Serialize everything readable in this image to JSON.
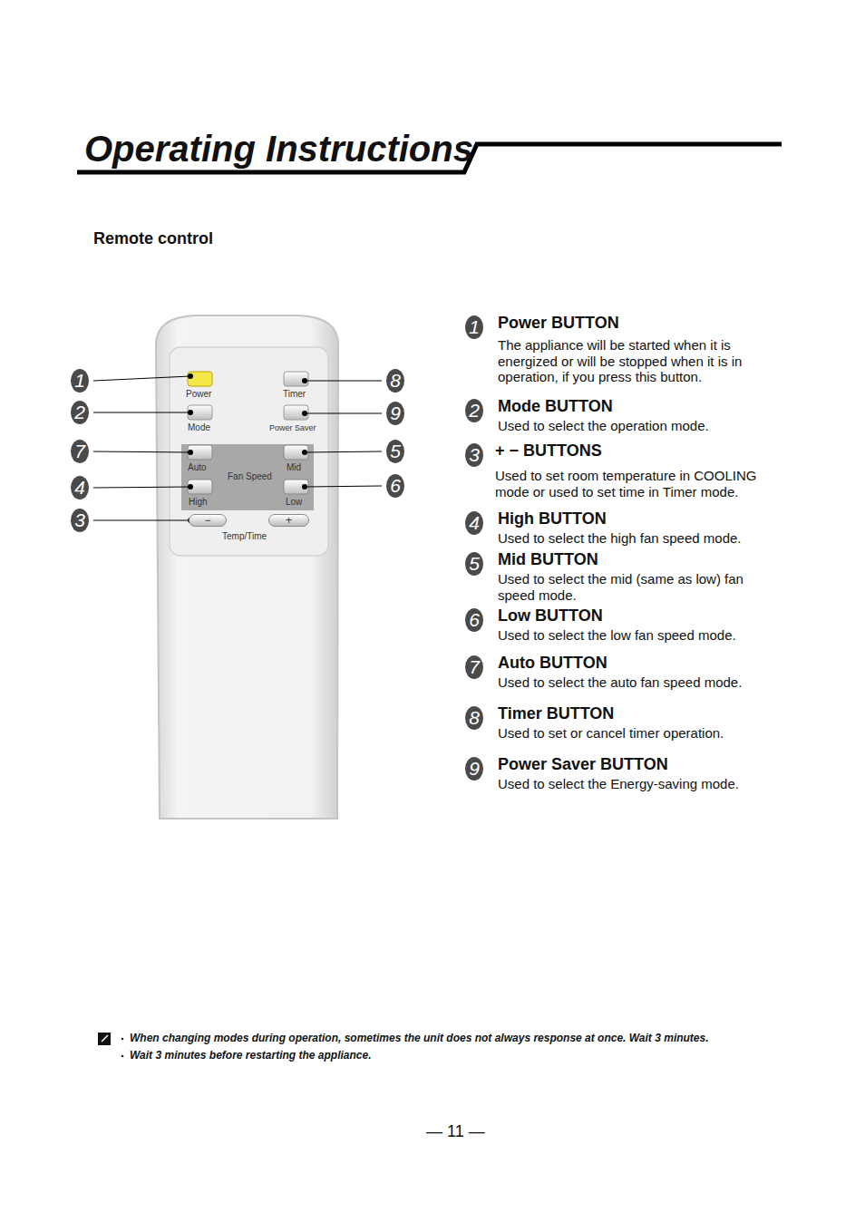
{
  "diagram": {
    "title": "Operating Instructions",
    "nodes": [
      {
        "text": [
          "Auto",
          "Mid",
          "Fan Speed",
          "High",
          "Low"
        ]
      },
      {
        "text": [
          "−"
        ]
      },
      {
        "text": [
          "+"
        ]
      }
    ],
    "labels": [
      "Remote control",
      "Power",
      "Timer",
      "Mode",
      "Power Saver",
      "Temp/Time",
      "1",
      "2",
      "7",
      "4",
      "3",
      "8",
      "9",
      "5",
      "6",
      "1",
      "Power BUTTON",
      "The appliance will be started when it is energized or will be stopped when it is in operation, if you press this button.",
      "2",
      "Mode BUTTON",
      "Used to select the operation mode.",
      "3",
      "+ − BUTTONS",
      "Used to set room temperature in COOLING mode or used to set time in Timer mode.",
      "4",
      "High BUTTON",
      "Used to select the high fan speed mode.",
      "5",
      "Mid BUTTON",
      "Used to select the mid (same as low) fan speed mode.",
      "6",
      "Low BUTTON",
      "Used to select the low fan speed mode.",
      "7",
      "Auto BUTTON",
      "Used to select the auto fan speed mode.",
      "8",
      "Timer BUTTON",
      "Used to set or cancel timer operation.",
      "9",
      "Power Saver BUTTON",
      "Used to select the Energy-saving mode.",
      "When changing modes during operation, sometimes the unit does not always response at once. Wait 3 minutes.",
      "Wait 3 minutes before restarting the appliance.",
      "— 11 —"
    ]
  }
}
